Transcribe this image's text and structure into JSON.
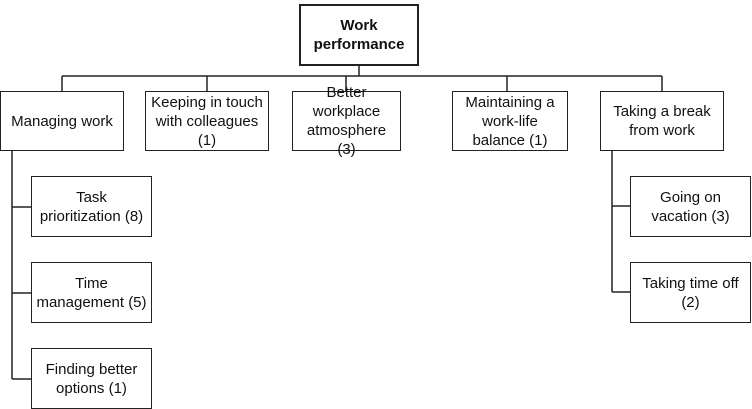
{
  "root": {
    "line1": "Work",
    "line2": "performance"
  },
  "categories": [
    {
      "label": "Managing work"
    },
    {
      "line1": "Keeping in touch",
      "line2": "with colleagues",
      "line3": "(1)"
    },
    {
      "line1": "Better workplace",
      "line2": "atmosphere (3)"
    },
    {
      "line1": "Maintaining a",
      "line2": "work-life",
      "line3": "balance (1)"
    },
    {
      "line1": "Taking a break",
      "line2": "from work"
    }
  ],
  "managing_children": [
    {
      "line1": "Task",
      "line2": "prioritization (8)"
    },
    {
      "line1": "Time",
      "line2": "management (5)"
    },
    {
      "line1": "Finding better",
      "line2": "options (1)"
    }
  ],
  "break_children": [
    {
      "line1": "Going on",
      "line2": "vacation (3)"
    },
    {
      "line1": "Taking time off",
      "line2": "(2)"
    }
  ]
}
